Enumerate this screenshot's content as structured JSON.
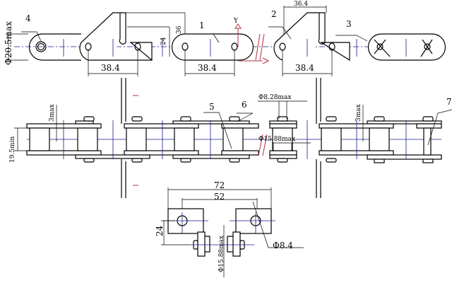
{
  "title": "Conveyor roller chain with K attachments - technical drawing",
  "top_view": {
    "part_labels": [
      "4",
      "1",
      "2",
      "3"
    ],
    "pin_diameter": "Φ20.5max",
    "pitch_1": "38.4",
    "pitch_2": "38.4",
    "pitch_3": "38.4",
    "attach_height_24": "24",
    "attach_height_36": "36",
    "attach_width": "36.4",
    "axis_y": "Y"
  },
  "side_view": {
    "part_labels": [
      "5",
      "6",
      "7"
    ],
    "inner_width": "19.5min",
    "plate_thickness_1": "3max",
    "plate_thickness_2": "3max",
    "pin_dia": "Φ8.28max",
    "roller_dia": "Φ15.88max"
  },
  "end_view": {
    "overall_width": "72",
    "hole_spacing": "52",
    "hole_height": "24",
    "roller_dia": "Φ15.88max",
    "hole_dia": "Φ8.4"
  },
  "colors": {
    "line": "#000000",
    "centerline": "#1a1a8c",
    "mark": "#b03040"
  }
}
